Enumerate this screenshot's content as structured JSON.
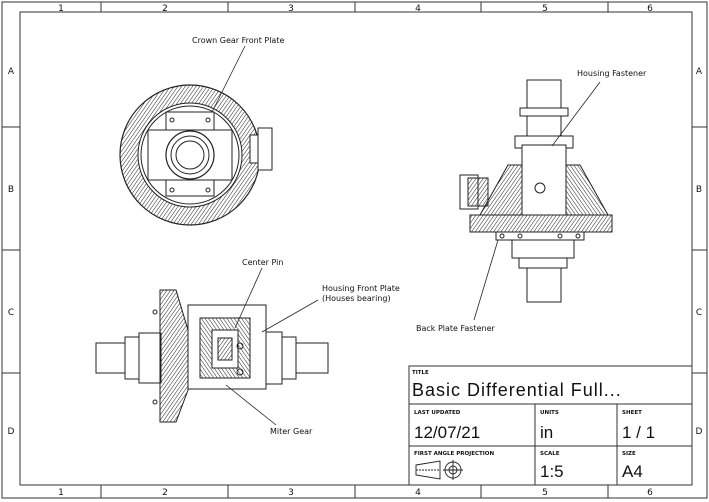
{
  "border": {
    "columns": [
      "1",
      "2",
      "3",
      "4",
      "5",
      "6"
    ],
    "rows": [
      "A",
      "B",
      "C",
      "D"
    ]
  },
  "callouts": {
    "crown_gear": "Crown Gear Front Plate",
    "housing_fastener": "Housing Fastener",
    "center_pin": "Center Pin",
    "housing_front_plate_1": "Housing Front Plate",
    "housing_front_plate_2": "(Houses bearing)",
    "back_plate_fastener": "Back Plate Fastener",
    "miter_gear": "Miter Gear"
  },
  "title_block": {
    "title_label": "TITLE",
    "title": "Basic Differential Full...",
    "last_updated_label": "LAST UPDATED",
    "last_updated": "12/07/21",
    "units_label": "UNITS",
    "units": "in",
    "sheet_label": "SHEET",
    "sheet": "1 / 1",
    "projection_label": "FIRST ANGLE PROJECTION",
    "scale_label": "SCALE",
    "scale": "1:5",
    "size_label": "SIZE",
    "size": "A4"
  }
}
